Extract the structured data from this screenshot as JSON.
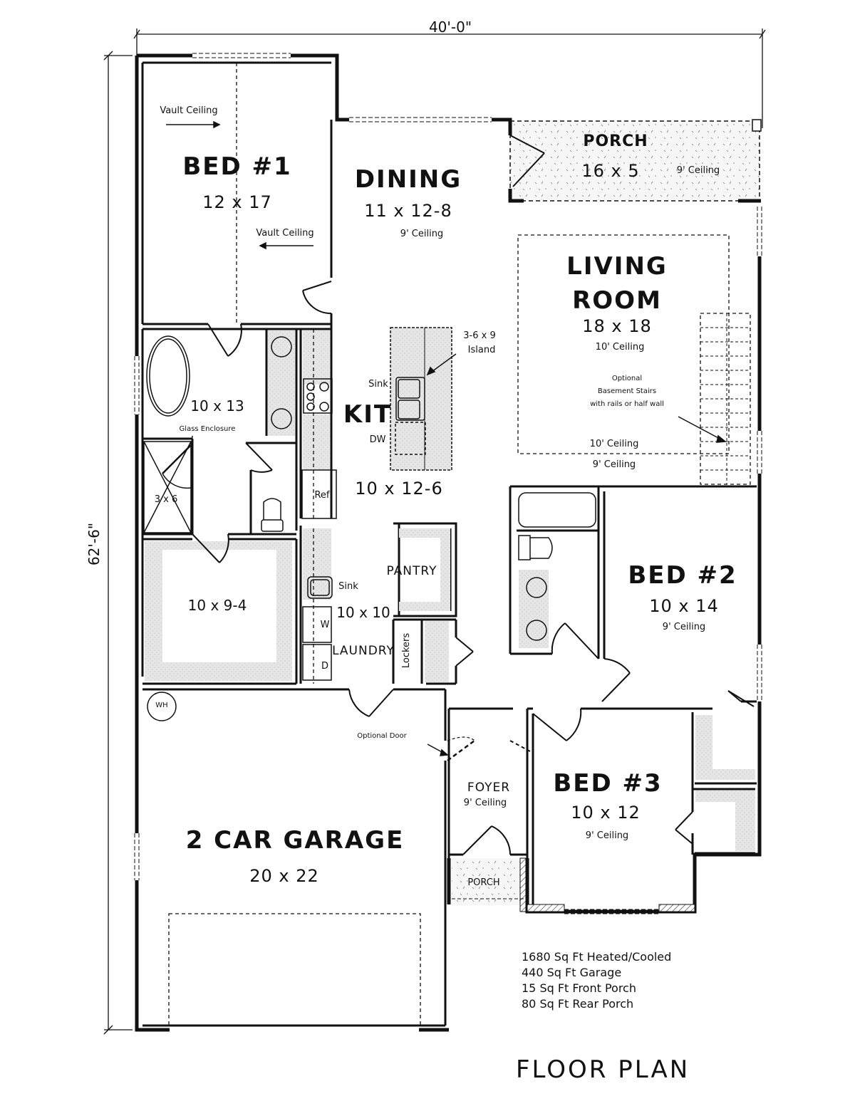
{
  "plan": {
    "title": "FLOOR PLAN",
    "overall_width": "40'-0\"",
    "overall_depth": "62'-6\""
  },
  "rooms": {
    "bed1": {
      "name": "BED #1",
      "size": "12 x 17",
      "note_top": "Vault Ceiling",
      "note_bottom": "Vault Ceiling"
    },
    "dining": {
      "name": "DINING",
      "size": "11 x 12-8",
      "ceiling": "9' Ceiling"
    },
    "rear_porch": {
      "name": "PORCH",
      "size": "16 x 5",
      "ceiling": "9' Ceiling"
    },
    "living": {
      "name_line1": "LIVING",
      "name_line2": "ROOM",
      "size": "18 x 18",
      "ceiling": "10' Ceiling",
      "stairs_note_1": "Optional",
      "stairs_note_2": "Basement Stairs",
      "stairs_note_3": "with rails or half wall",
      "ceiling_inner": "10' Ceiling",
      "ceiling_outer": "9' Ceiling"
    },
    "master_bath": {
      "size": "10 x 13",
      "glass_note": "Glass Enclosure",
      "shower_size": "3 x 6"
    },
    "kitchen": {
      "name": "KIT",
      "size": "10 x 12-6",
      "island_note_1": "3-6 x 9",
      "island_note_2": "Island",
      "sink_label": "Sink",
      "dw_label": "DW",
      "ref_label": "Ref"
    },
    "closet": {
      "size": "10 x 9-4"
    },
    "pantry": {
      "name": "PANTRY"
    },
    "laundry": {
      "name": "LAUNDRY",
      "size": "10 x 10",
      "sink_label": "Sink",
      "washer_label": "W",
      "dryer_label": "D",
      "lockers_label": "Lockers"
    },
    "bed2": {
      "name": "BED #2",
      "size": "10 x 14",
      "ceiling": "9' Ceiling"
    },
    "bed3": {
      "name": "BED #3",
      "size": "10 x 12",
      "ceiling": "9' Ceiling"
    },
    "foyer": {
      "name": "FOYER",
      "ceiling": "9' Ceiling"
    },
    "front_porch": {
      "name": "PORCH"
    },
    "garage": {
      "name": "2 CAR GARAGE",
      "size": "20 x 22",
      "wh_label": "WH",
      "optional_door_note": "Optional Door"
    }
  },
  "stats": [
    "1680 Sq Ft Heated/Cooled",
    "440 Sq Ft Garage",
    "15 Sq Ft Front Porch",
    "80 Sq Ft Rear Porch"
  ]
}
